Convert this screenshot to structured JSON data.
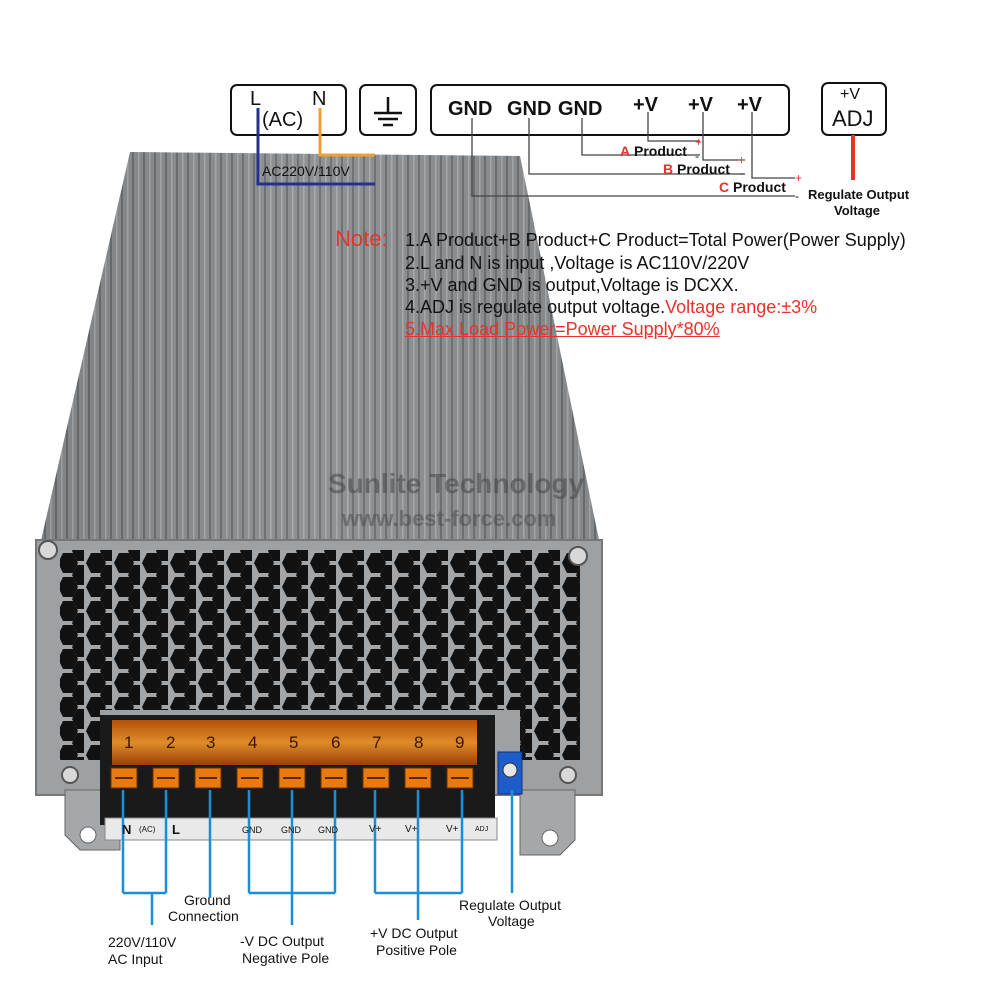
{
  "top_diagram": {
    "ac_box": {
      "l": "L",
      "n": "N",
      "ac": "(AC)"
    },
    "ac_voltage": "AC220V/110V",
    "ground_icon": "ground-icon",
    "output_box": {
      "gnd1": "GND",
      "gnd2": "GND",
      "gnd3": "GND",
      "v1": "+V",
      "v2": "+V",
      "v3": "+V"
    },
    "products": {
      "a_letter": "A",
      "a_word": "Product",
      "b_letter": "B",
      "b_word": "Product",
      "c_letter": "C",
      "c_word": "Product",
      "plus": "+",
      "minus": "-"
    },
    "adj_box": {
      "v": "+V",
      "adj": "ADJ"
    },
    "regulate_line1": "Regulate Output",
    "regulate_line2": "Voltage"
  },
  "notes": {
    "heading": "Note:",
    "line1": "1.A Product+B Product+C Product=Total Power(Power Supply)",
    "line2": "2.L and N is input ,Voltage is AC110V/220V",
    "line3": "3.+V and GND is output,Voltage is DCXX.",
    "line4_black": "4.ADJ is regulate output voltage.",
    "line4_red": "Voltage range:±3%",
    "line5": "5.Max Load Power=Power  Supply*80%"
  },
  "watermark": {
    "line1": "Sunlite Technology",
    "line2": "www.best-force.com"
  },
  "terminal_numbers": [
    "1",
    "2",
    "3",
    "4",
    "5",
    "6",
    "7",
    "8",
    "9"
  ],
  "terminal_labels": {
    "n": "N",
    "ac": "(AC)",
    "l": "L",
    "gnd1": "GND",
    "gnd2": "GND",
    "gnd3": "GND",
    "v1": "V+",
    "v2": "V+",
    "v3": "V+",
    "adj": "ADJ"
  },
  "bottom_labels": {
    "ground_1": "Ground",
    "ground_2": "Connection",
    "ac_1": "220V/110V",
    "ac_2": "AC Input",
    "neg_1": "-V DC  Output",
    "neg_2": "Negative Pole",
    "pos_1": "+V DC  Output",
    "pos_2": "Positive Pole",
    "reg_1": "Regulate Output",
    "reg_2": "Voltage"
  },
  "colors": {
    "accent_red": "#e8332a",
    "wire_blue": "#1a8fd8",
    "wire_navy": "#23318f",
    "wire_orange": "#f0a030",
    "terminal_amber": "#e87a10"
  }
}
